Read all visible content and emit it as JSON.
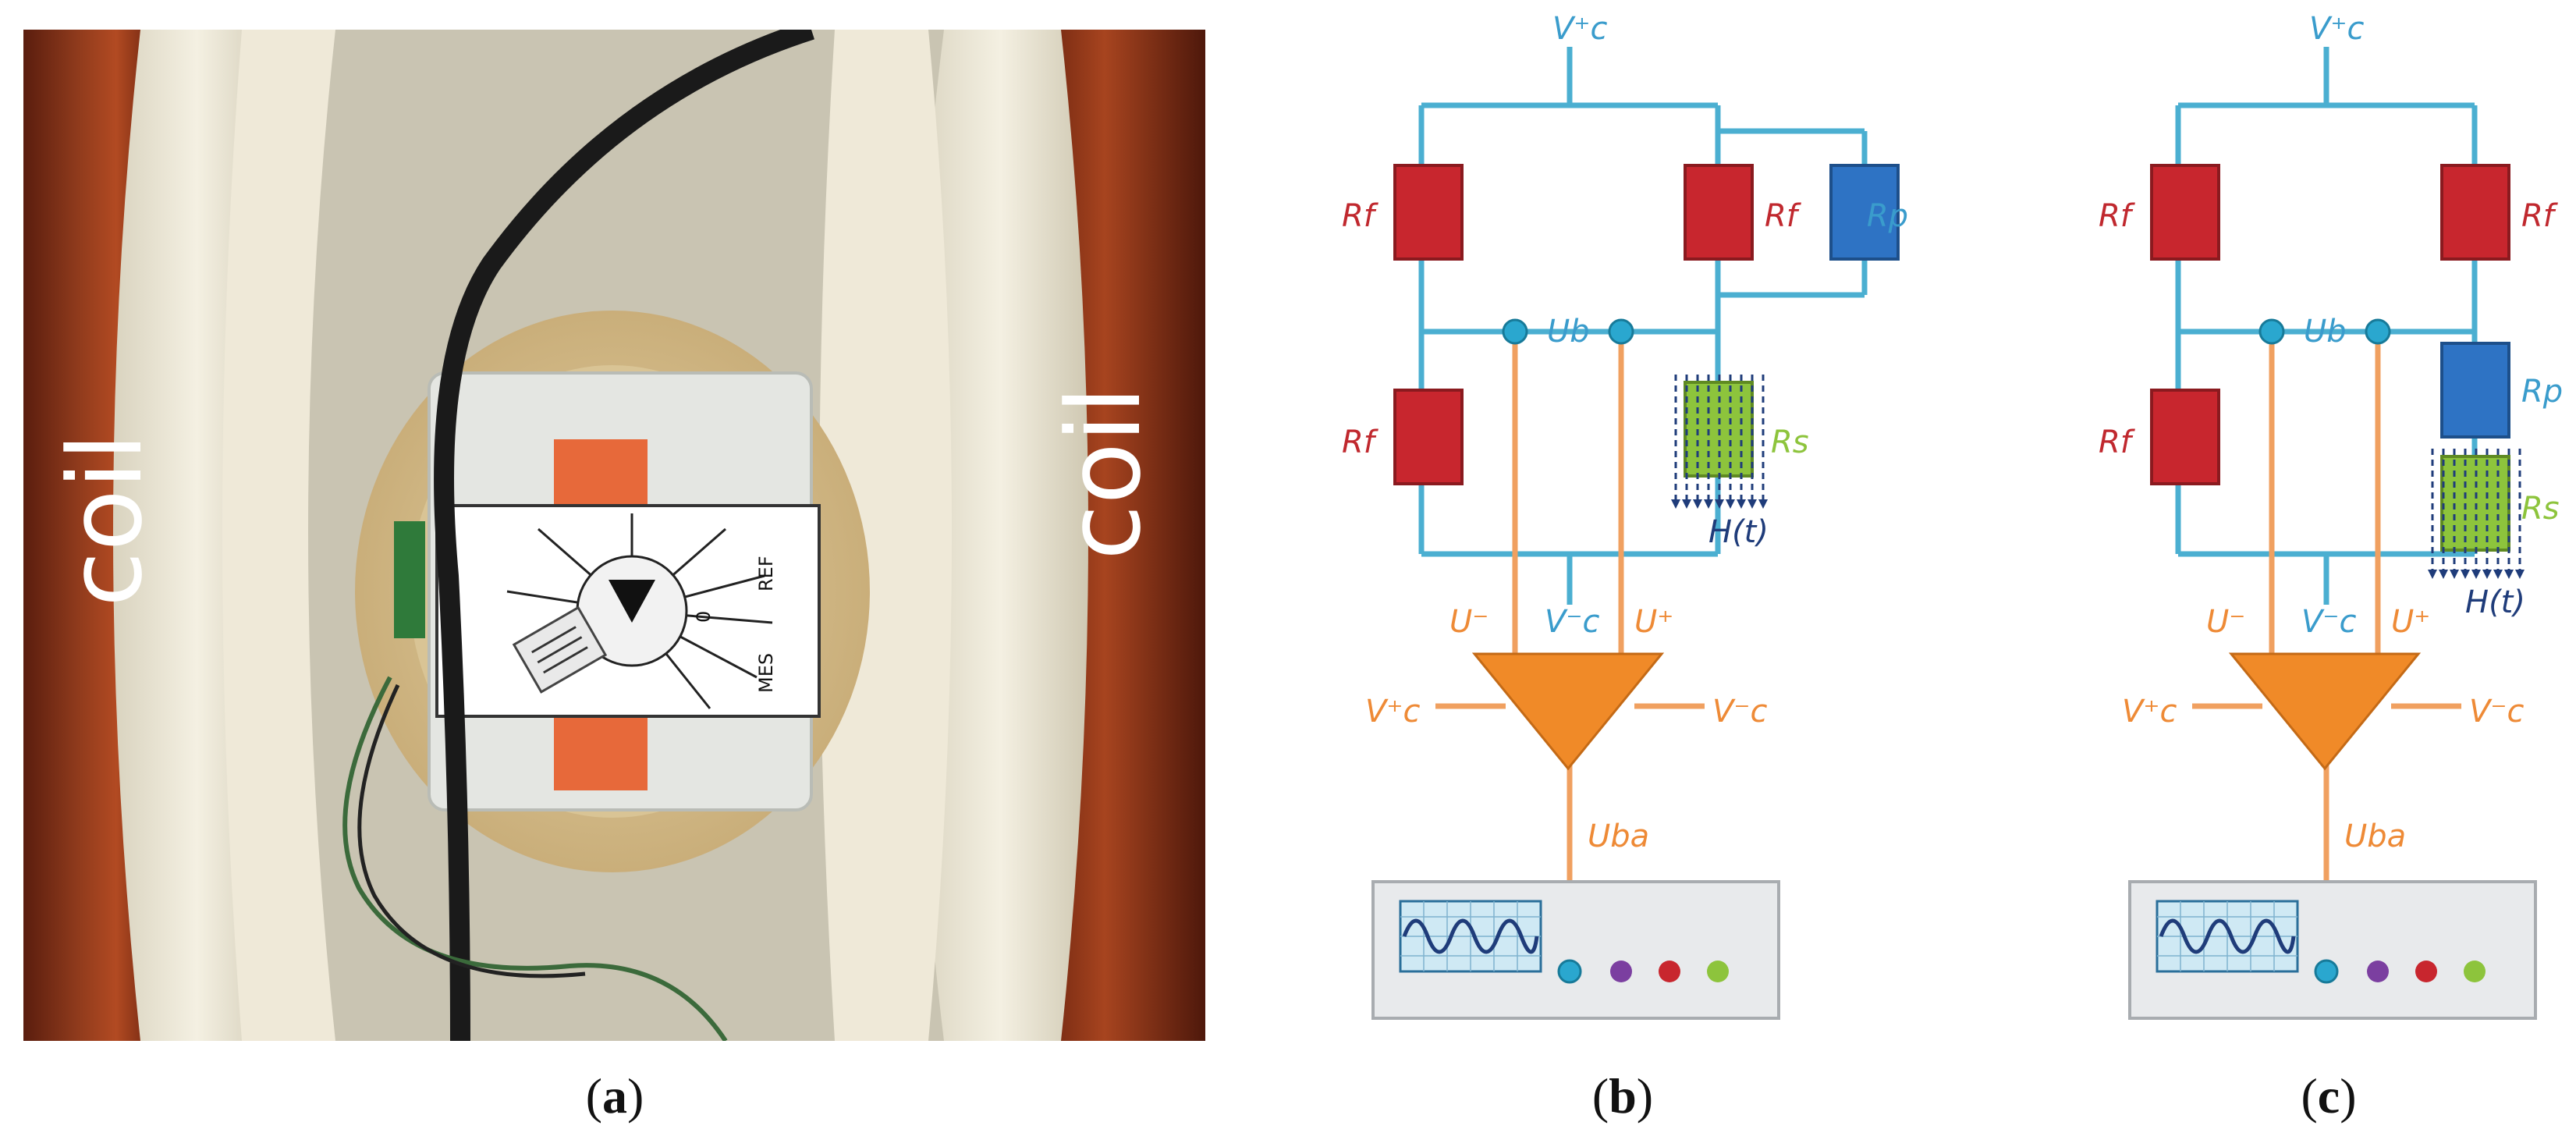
{
  "colors": {
    "wire_blue": "#4bafd1",
    "wire_orange": "#f0a060",
    "resistor_red": "#c8262e",
    "resistor_blue": "#2e73c4",
    "sensor_green": "#8dc43c",
    "amp_orange": "#f08a28",
    "field_navy": "#1f3c7a",
    "label_red": "#c0282e",
    "label_blue": "#3a9ccc",
    "label_green": "#8dc43c",
    "label_orange": "#ee8a36"
  },
  "panel_a": {
    "caption": "a",
    "coil_label_left": "coil",
    "coil_label_right": "coil",
    "dial_labels": [
      "REF",
      "MES",
      "0"
    ]
  },
  "panel_b": {
    "caption": "b",
    "labels": {
      "vcplus": "V⁺c",
      "vcminus": "V⁻c",
      "rf1": "Rf",
      "rf2": "Rf",
      "rf3": "Rf",
      "rp": "Rp",
      "rs": "Rs",
      "ub": "Ub",
      "ht": "H(t)",
      "uminus": "U⁻",
      "uplus": "U⁺",
      "amp_vplus": "V⁺c",
      "amp_vminus": "V⁻c",
      "uba": "Uba"
    }
  },
  "panel_c": {
    "caption": "c",
    "labels": {
      "vcplus": "V⁺c",
      "vcminus": "V⁻c",
      "rf1": "Rf",
      "rf2": "Rf",
      "rf3": "Rf",
      "rp": "Rp",
      "rs": "Rs",
      "ub": "Ub",
      "ht": "H(t)",
      "uminus": "U⁻",
      "uplus": "U⁺",
      "amp_vplus": "V⁺c",
      "amp_vminus": "V⁻c",
      "uba": "Uba"
    }
  }
}
